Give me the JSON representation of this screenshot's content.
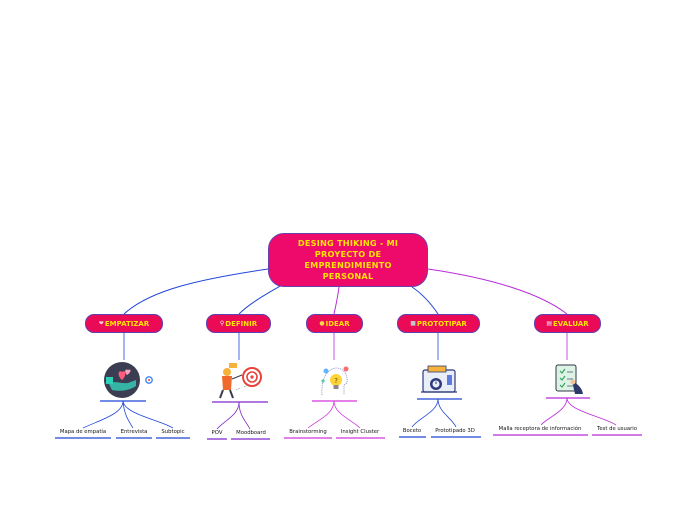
{
  "title": "DESING THIKING - MI PROYECTO DE EMPRENDIMIENTO PERSONAL",
  "colors": {
    "node_fill": "#ea0a55",
    "root_fill": "#ee0a6a",
    "node_text": "#ffe400",
    "border": "#5f3fb4",
    "blue_line": "#2146d8",
    "purple_line": "#b72bd9"
  },
  "branches": [
    {
      "label": "EMPATIZAR",
      "icon": "heart-icon",
      "leaves": [
        "Mapa de empatía",
        "Entrevista",
        "Subtopic"
      ]
    },
    {
      "label": "DEFINIR",
      "icon": "magnifier-icon",
      "leaves": [
        "POV",
        "Moodboard"
      ]
    },
    {
      "label": "IDEAR",
      "icon": "lightbulb-icon",
      "leaves": [
        "Brainstorming",
        "Insight Cluster"
      ]
    },
    {
      "label": "PROTOTIPAR",
      "icon": "robot-icon",
      "leaves": [
        "Boceto",
        "Prototipado 3D"
      ]
    },
    {
      "label": "EVALUAR",
      "icon": "checklist-icon",
      "leaves": [
        "Malla receptora de información",
        "Test de usuario"
      ]
    }
  ]
}
